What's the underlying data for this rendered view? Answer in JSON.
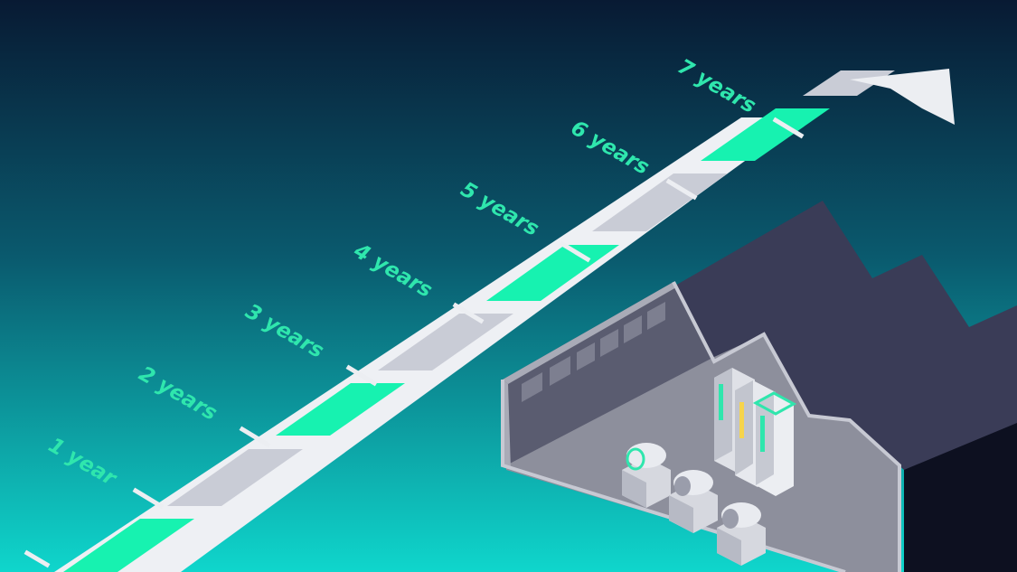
{
  "timeline": {
    "labels": [
      "1 year",
      "2 years",
      "3 years",
      "4 years",
      "5 years",
      "6 years",
      "7 years"
    ]
  },
  "colors": {
    "background_top": "#081a33",
    "background_bottom": "#0fd6cc",
    "accent_segment": "#17f2b0",
    "neutral_segment": "#c9ccd6",
    "label_text": "#2fe6ad",
    "arrow": "#eceef2",
    "building_wall": "#3d4058",
    "building_floor": "#8d8f9c"
  },
  "icons": {
    "timeline_arrow": "arrow-icon",
    "factory": "factory-building-icon",
    "drives": "drive-cabinet-icon",
    "motors": "electric-motor-icon"
  }
}
